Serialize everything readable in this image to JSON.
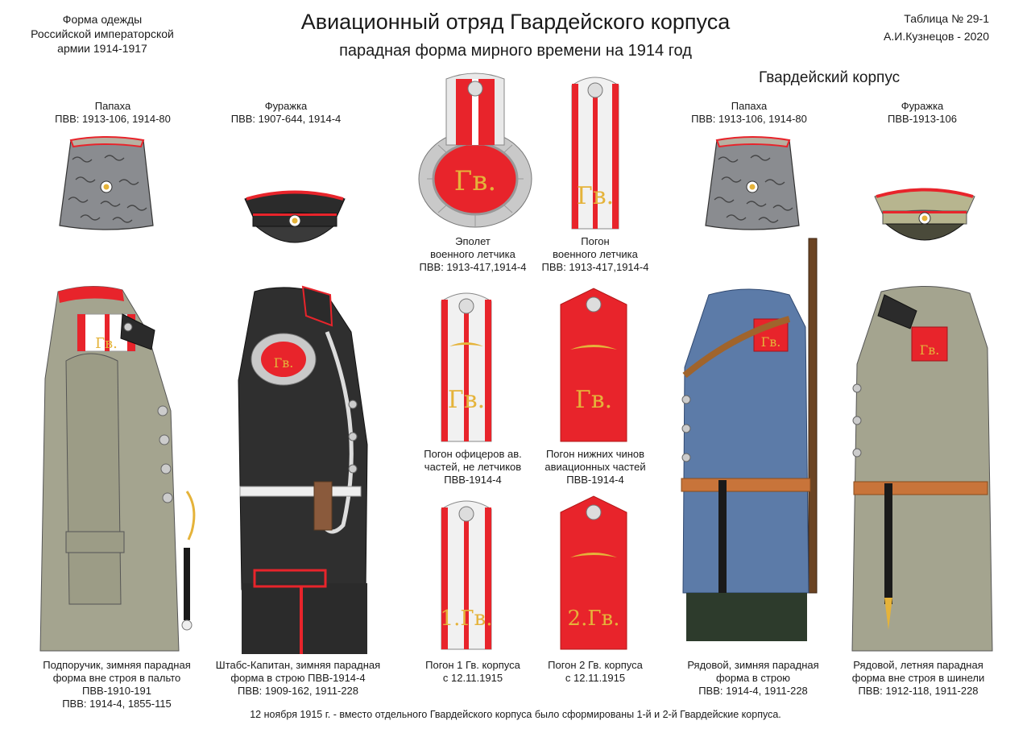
{
  "header": {
    "title": "Авиационный отряд Гвардейского корпуса",
    "subtitle": "парадная форма мирного времени на 1914 год",
    "top_left": [
      "Форма одежды",
      "Российской императорской",
      "армии  1914-1917"
    ],
    "top_right": [
      "Таблица № 29-1",
      "А.И.Кузнецов - 2020"
    ],
    "section_label": "Гвардейский корпус"
  },
  "headwear": [
    {
      "name": "Папаха",
      "ref": "ПВВ: 1913-106, 1914-80"
    },
    {
      "name": "Фуражка",
      "ref": "ПВВ: 1907-644, 1914-4"
    },
    {
      "name": "Папаха",
      "ref": "ПВВ: 1913-106, 1914-80"
    },
    {
      "name": "Фуражка",
      "ref": "ПВВ-1913-106"
    }
  ],
  "insignia": [
    {
      "lines": [
        "Эполет",
        "военного летчика",
        "ПВВ: 1913-417,1914-4"
      ],
      "marking": "Гв."
    },
    {
      "lines": [
        "Погон",
        "военного летчика",
        "ПВВ: 1913-417,1914-4"
      ],
      "marking": "Гв."
    },
    {
      "lines": [
        "Погон офицеров ав.",
        "частей, не летчиков",
        "ПВВ-1914-4"
      ],
      "marking": "Гв."
    },
    {
      "lines": [
        "Погон нижних чинов",
        "авиационных частей",
        "ПВВ-1914-4"
      ],
      "marking": "Гв."
    },
    {
      "lines": [
        "Погон 1 Гв. корпуса",
        "с 12.11.1915"
      ],
      "marking": "1.Гв."
    },
    {
      "lines": [
        "Погон 2 Гв. корпуса",
        "с 12.11.1915"
      ],
      "marking": "2.Гв."
    }
  ],
  "figures": [
    {
      "lines": [
        "Подпоручик, зимняя парадная",
        "форма вне строя в пальто",
        "ПВВ-1910-191",
        "ПВВ: 1914-4, 1855-115"
      ],
      "marking": "Гв."
    },
    {
      "lines": [
        "Штабс-Капитан, зимняя парадная",
        "форма в строю  ПВВ-1914-4",
        "ПВВ: 1909-162, 1911-228"
      ],
      "marking": "Гв."
    },
    {
      "lines": [
        "Рядовой, зимняя парадная",
        "форма в строю",
        "ПВВ: 1914-4, 1911-228"
      ],
      "marking": "Гв."
    },
    {
      "lines": [
        "Рядовой, летняя парадная",
        "форма вне строя в шинели",
        "ПВВ: 1912-118, 1911-228"
      ],
      "marking": "Гв."
    }
  ],
  "footnote": "12 ноября 1915 г. - вместо отдельного Гвардейского корпуса было сформированы  1-й и 2-й Гвардейские корпуса.",
  "colors": {
    "red": "#e8242b",
    "gold": "#e5b33a",
    "greatcoat": "#a4a48f",
    "blue": "#5c7ba8",
    "black": "#2b2b2b",
    "fur": "#8a8c90"
  }
}
